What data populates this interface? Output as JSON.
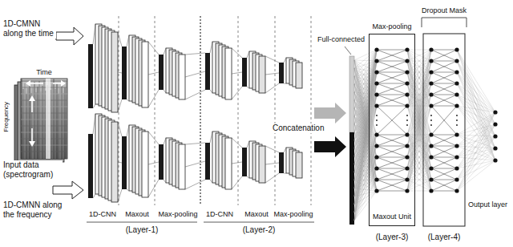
{
  "diagram": {
    "nodes": [
      {
        "text": [
          "Maxout Unit"
        ]
      }
    ],
    "labels": [
      "1D-CMNN along the time",
      "Time",
      "Frequency",
      "Input data (spectrogram)",
      "1D-CMNN along the frequency",
      "1D-CNN",
      "Maxout",
      "Max-pooling",
      "1D-CNN",
      "Maxout",
      "Max-pooling",
      "(Layer-1)",
      "(Layer-2)",
      "Concatenation",
      "Full-connected",
      "Max-pooling",
      "Dropout Mask",
      "(Layer-3)",
      "(Layer-4)",
      "Output layer"
    ]
  }
}
